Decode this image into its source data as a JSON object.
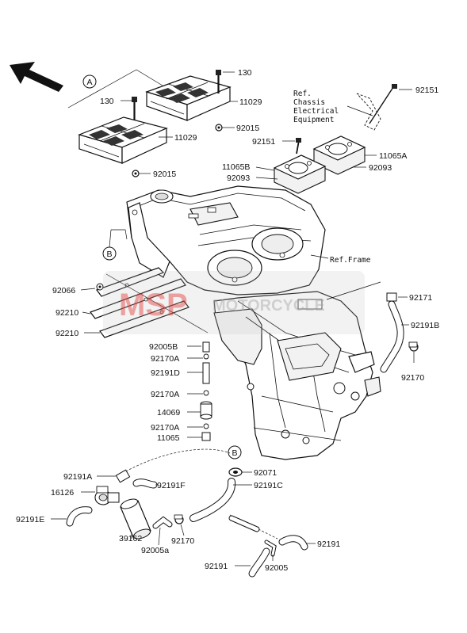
{
  "callouts": {
    "c130a": "130",
    "c130b": "130",
    "c11029a": "11029",
    "c11029b": "11029",
    "c92015a": "92015",
    "c92015b": "92015",
    "c92151a": "92151",
    "c92151b": "92151",
    "c11065B": "11065B",
    "c11065A": "11065A",
    "c92093a": "92093",
    "c92093b": "92093",
    "c92066": "92066",
    "c92210a": "92210",
    "c92210b": "92210",
    "c92171": "92171",
    "c92191B": "92191B",
    "c92170": "92170",
    "c92005B": "92005B",
    "c92170A1": "92170A",
    "c92191D": "92191D",
    "c92170A2": "92170A",
    "c14069": "14069",
    "c92170A3": "92170A",
    "c11065": "11065",
    "c92071": "92071",
    "c92191C": "92191C",
    "c92191A": "92191A",
    "c92191F": "92191F",
    "c16126": "16126",
    "c92191E": "92191E",
    "c39162": "39162",
    "c92005a": "92005a",
    "c92170b": "92170",
    "c92191a": "92191",
    "c92191b": "92191",
    "c92005": "92005"
  },
  "refs": {
    "chassis_line1": "Ref.",
    "chassis_line2": "Chassis",
    "chassis_line3": "Electrical",
    "chassis_line4": "Equipment",
    "frame": "Ref.Frame"
  },
  "markers": {
    "A_top": "A",
    "A_mid": "A",
    "B_left": "B",
    "B_lower": "B"
  },
  "watermark": {
    "logo": "MSP",
    "text": "MOTORCYCLE"
  },
  "colors": {
    "watermark_red": "#d9534f",
    "watermark_gray": "#a8a8a8"
  }
}
